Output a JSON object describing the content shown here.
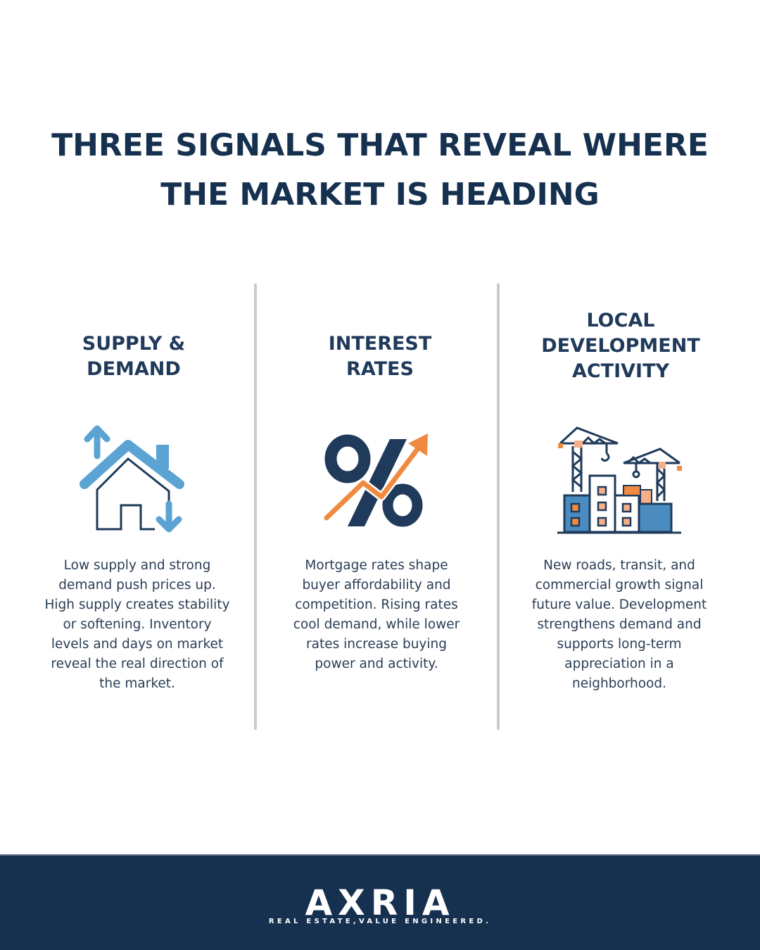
{
  "header": {
    "title_line1": "THREE SIGNALS THAT REVEAL WHERE",
    "title_line2": "THE MARKET IS HEADING"
  },
  "columns": [
    {
      "heading_lines": [
        "SUPPLY &",
        "DEMAND"
      ],
      "icon": "house-up-down-arrows-icon",
      "body": "Low supply and strong demand push prices up. High supply creates stability or softening. Inventory levels and days on market reveal the real direction of the market."
    },
    {
      "heading_lines": [
        "INTEREST",
        "RATES"
      ],
      "icon": "percent-trend-arrow-icon",
      "body": "Mortgage rates shape buyer affordability and competition. Rising rates cool demand, while lower rates increase buying power and activity."
    },
    {
      "heading_lines": [
        "LOCAL",
        "DEVELOPMENT",
        "ACTIVITY"
      ],
      "icon": "construction-cranes-buildings-icon",
      "body": "New roads, transit, and commercial growth signal future value. Development strengthens demand and supports long-term appreciation in a neighborhood."
    }
  ],
  "footer": {
    "brand": "AXRIA",
    "tagline": "REAL ESTATE,VALUE ENGINEERED."
  },
  "colors": {
    "navy": "#16314f",
    "light_blue": "#5aa3d3",
    "mid_blue": "#4a8cc0",
    "orange": "#f08a40",
    "divider_gray": "#c9cbcd"
  }
}
